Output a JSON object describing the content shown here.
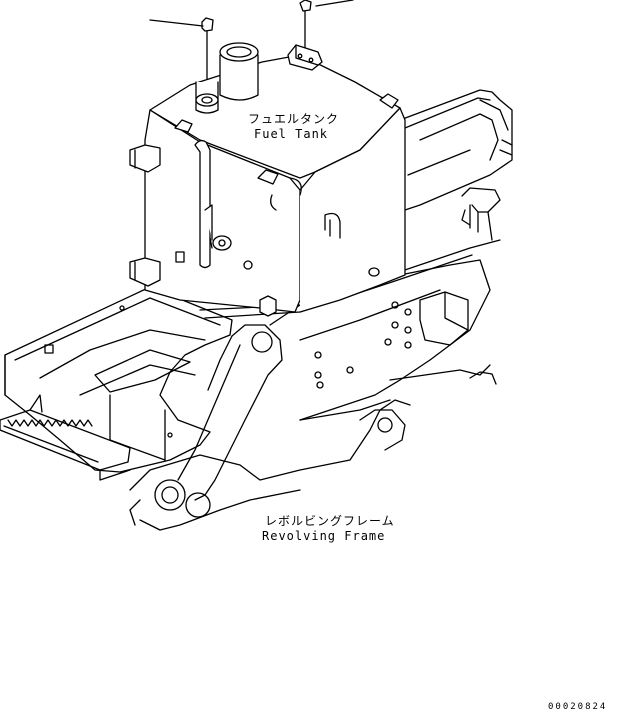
{
  "labels": {
    "fuel_tank_jp": "フュエルタンク",
    "fuel_tank_en": "Fuel Tank",
    "revolving_frame_jp": "レボルビングフレーム",
    "revolving_frame_en": "Revolving Frame"
  },
  "drawing_number": "00020824",
  "colors": {
    "line": "#000000",
    "background": "#ffffff"
  }
}
